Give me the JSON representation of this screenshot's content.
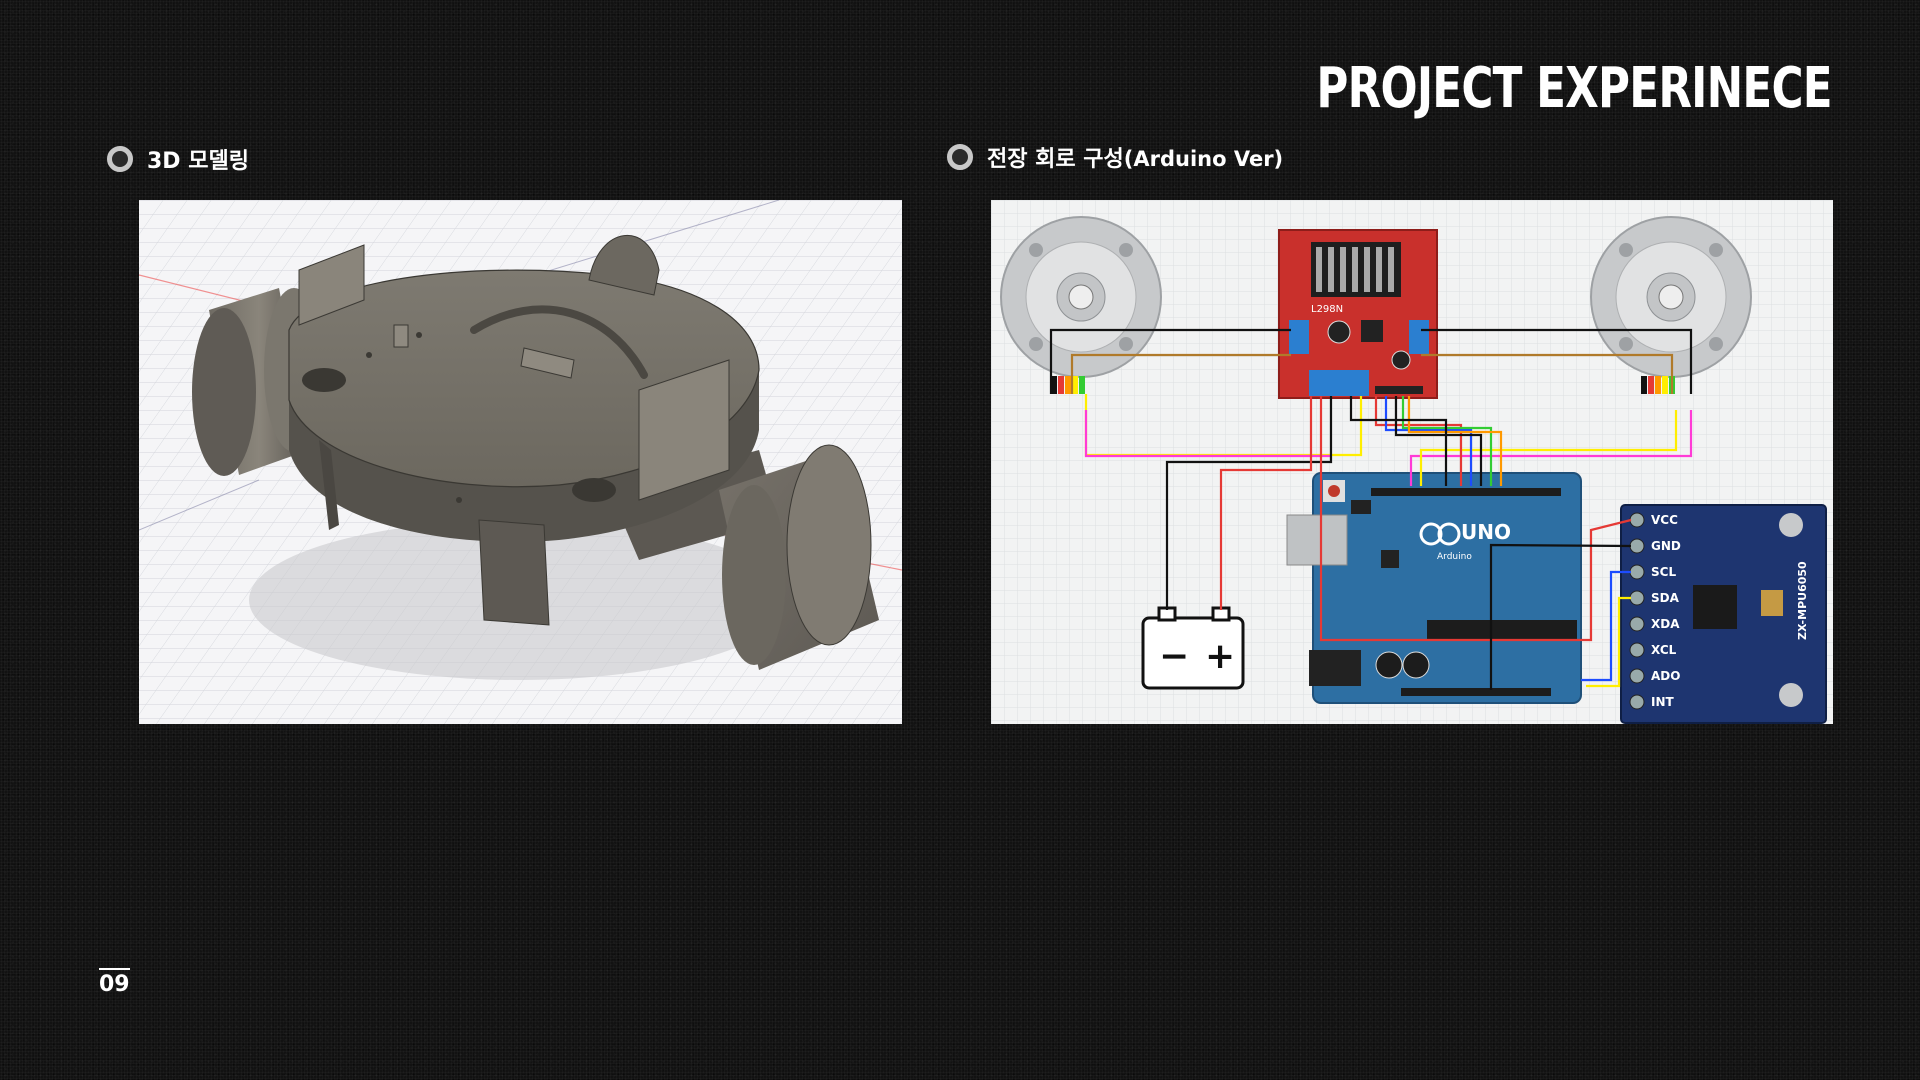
{
  "slide": {
    "title": "PROJECT EXPERINECE",
    "page_number": "09"
  },
  "left_section": {
    "label": "3D 모델링"
  },
  "right_section": {
    "label_main": "전장 회로 구성",
    "label_sub": "(Arduino Ver)"
  },
  "circuit": {
    "driver_chip": "L298N",
    "board_name": "UNO",
    "board_brand": "Arduino",
    "sensor_model": "ZX-MPU6050",
    "sensor_pins": [
      "VCC",
      "GND",
      "SCL",
      "SDA",
      "XDA",
      "XCL",
      "ADO",
      "INT"
    ],
    "battery_minus": "−",
    "battery_plus": "+"
  },
  "colors": {
    "background": "#121212",
    "board_blue": "#2d6fa3",
    "driver_red": "#c9302c",
    "sensor_navy": "#1e3570",
    "wire_red": "#e53935",
    "wire_black": "#111111",
    "wire_yellow": "#ffee00",
    "wire_magenta": "#ff3bd6",
    "wire_blue": "#1d4cff",
    "wire_green": "#33cc33",
    "wire_orange": "#ff9900",
    "wire_brown": "#b07a2a"
  }
}
